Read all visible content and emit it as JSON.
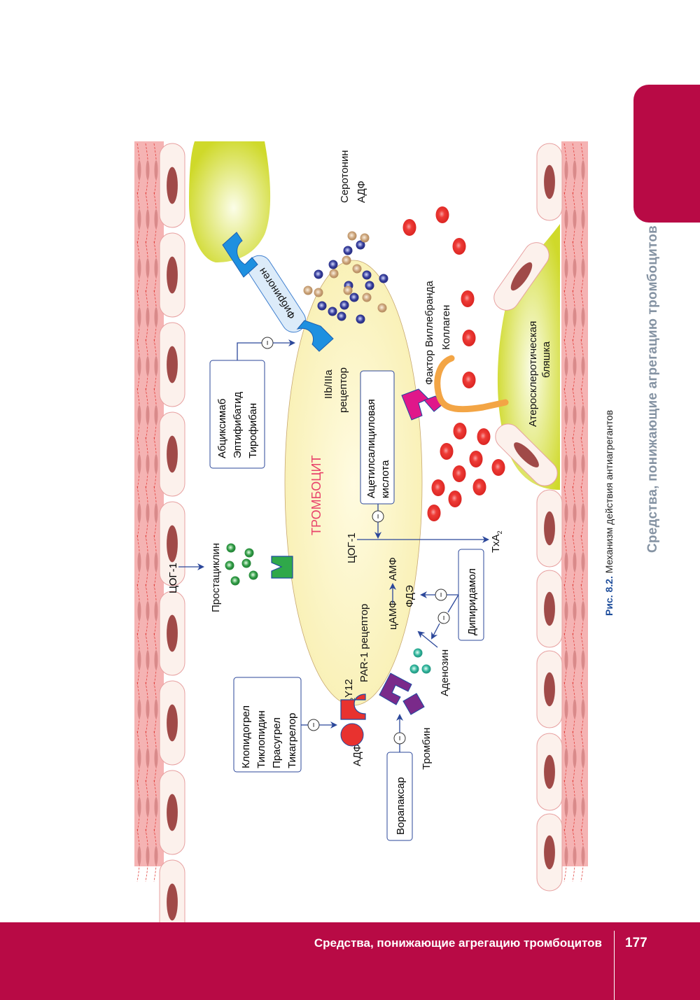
{
  "page": {
    "side_title": "Средства, понижающие агрегацию тромбоцитов",
    "caption_number": "Рис. 8.2.",
    "caption_text": " Механизм действия антиагрегантов",
    "footer_title": "Средства, понижающие агрегацию тромбоцитов",
    "page_number": "177"
  },
  "colors": {
    "brand": "#b80a45",
    "side_title": "#8593a3",
    "caption_number": "#1f4e9c",
    "arrow": "#2b479a",
    "platelet_title": "#e8436b",
    "receptor_blue": "#1e90e0",
    "receptor_red": "#e8322f",
    "receptor_purple": "#7a2a8a",
    "receptor_magenta": "#e0178a",
    "receptor_green": "#2fa84a"
  },
  "diagram": {
    "platelet_label": "ТРОМБОЦИТ",
    "fibrinogen": "Фибриноген",
    "serotonin": "Серотонин",
    "adp_top": "АДФ",
    "gp_receptor_line1": "IIb/IIIa",
    "gp_receptor_line2": "рецептор",
    "gp_inhibitors": [
      "Абциксимаб",
      "Эптифибатид",
      "Тирофибан"
    ],
    "aspirin": [
      "Ацетилсалициловая",
      "кислота"
    ],
    "vwf": "Фактор Виллебранда",
    "collagen": "Коллаген",
    "plaque": [
      "Атеросклеротическая",
      "бляшка"
    ],
    "cox1_platelet": "ЦОГ-1",
    "cox1_endothelium": "ЦОГ-1",
    "txa2": "TxA",
    "txa2_sub": "2",
    "prostacyclin": "Простациклин",
    "camp": "цАМФ",
    "amp": "АМФ",
    "pde": "ФДЭ",
    "dipyridamole": "Дипиридамол",
    "adenosine": "Аденозин",
    "p2y12_p": "P",
    "p2y12_sub": "2",
    "p2y12_rest": "Y12",
    "par1": "PAR-1 рецептор",
    "p2y12_inhibitors": [
      "Клопидогрел",
      "Тиклопидин",
      "Прасугрел",
      "Тикагрелор"
    ],
    "adp_bottom": "АДФ",
    "thrombin": "Тромбин",
    "vorapaxar": "Ворапаксар",
    "inhibit_symbol": "−"
  }
}
